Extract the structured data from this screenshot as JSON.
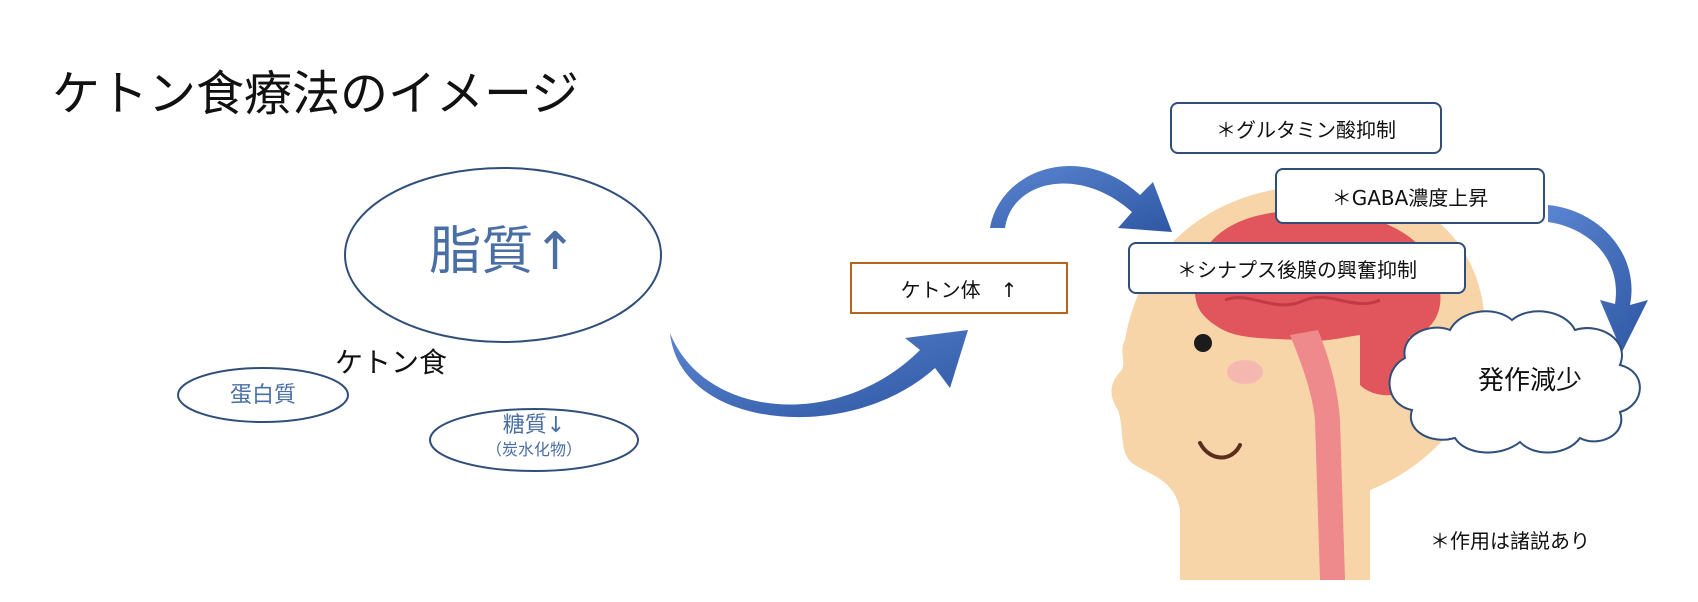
{
  "title": "ケトン食療法のイメージ",
  "diet": {
    "fat": "脂質↑",
    "ketogenic_diet": "ケトン食",
    "protein": "蛋白質",
    "sugar": "糖質↓",
    "carbohydrate": "（炭水化物）"
  },
  "ketone_bodies": "ケトン体　↑",
  "effects": {
    "glutamate": "＊グルタミン酸抑制",
    "gaba": "＊GABA濃度上昇",
    "synapse": "＊シナプス後膜の興奮抑制"
  },
  "result": "発作減少",
  "note": "＊作用は諸説あり",
  "colors": {
    "ellipse_stroke": "#2f4f7a",
    "ellipse_text": "#4a6fa5",
    "arrow_fill": "#3d66b5",
    "box_border_brown": "#b5651d",
    "box_border_navy": "#2f4f7a",
    "skin": "#f8d5a8",
    "brain": "#e0565c",
    "cheek": "#f4b8b0"
  }
}
